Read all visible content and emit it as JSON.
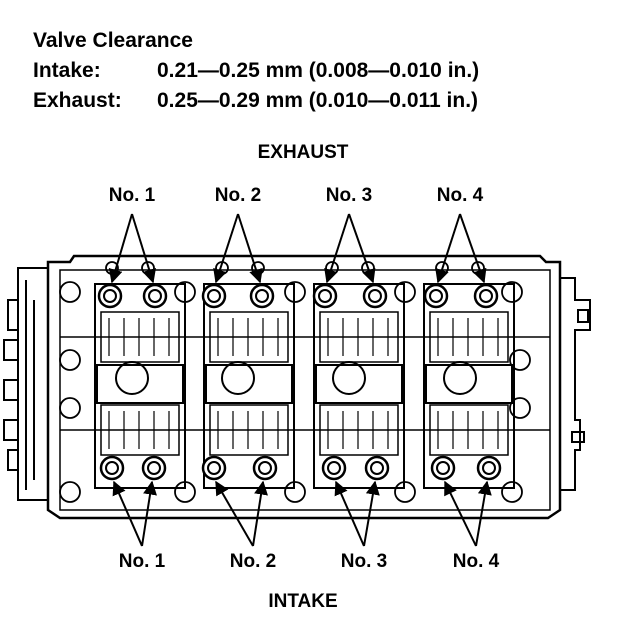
{
  "spec": {
    "title": "Valve Clearance",
    "intake_label": "Intake:",
    "intake_value": "0.21—0.25 mm (0.008—0.010 in.)",
    "exhaust_label": "Exhaust:",
    "exhaust_value": "0.25—0.29 mm (0.010—0.011 in.)"
  },
  "diagram": {
    "exhaust_side_label": "EXHAUST",
    "intake_side_label": "INTAKE",
    "exhaust_cylinders": [
      "No. 1",
      "No. 2",
      "No. 3",
      "No. 4"
    ],
    "intake_cylinders": [
      "No. 1",
      "No. 2",
      "No. 3",
      "No. 4"
    ]
  }
}
